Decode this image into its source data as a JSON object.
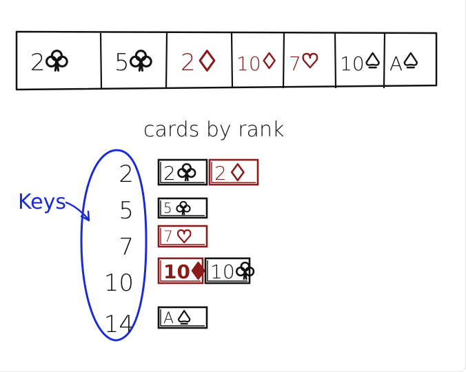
{
  "top_row": [
    {
      "rank": "2",
      "suit": "clubs",
      "color": "black"
    },
    {
      "rank": "5",
      "suit": "clubs",
      "color": "black"
    },
    {
      "rank": "2",
      "suit": "diamonds",
      "color": "red"
    },
    {
      "rank": "10",
      "suit": "diamonds",
      "color": "red"
    },
    {
      "rank": "7",
      "suit": "hearts",
      "color": "red"
    },
    {
      "rank": "10",
      "suit": "spades",
      "color": "black"
    },
    {
      "rank": "A",
      "suit": "spades",
      "color": "black"
    }
  ],
  "grouping": {
    "heading": "cards by rank",
    "keys_label": "Keys",
    "keys": [
      "2",
      "5",
      "7",
      "10",
      "14"
    ],
    "buckets": [
      [
        {
          "rank": "2",
          "suit": "clubs",
          "color": "black"
        },
        {
          "rank": "2",
          "suit": "diamonds",
          "color": "red"
        }
      ],
      [
        {
          "rank": "5",
          "suit": "clubs",
          "color": "black"
        }
      ],
      [
        {
          "rank": "7",
          "suit": "hearts",
          "color": "red"
        }
      ],
      [
        {
          "rank": "10",
          "suit": "diamonds",
          "color": "red",
          "filled": true
        },
        {
          "rank": "10",
          "suit": "clubs",
          "color": "black"
        }
      ],
      [
        {
          "rank": "A",
          "suit": "spades",
          "color": "black"
        }
      ]
    ]
  },
  "colors": {
    "ink": "#111111",
    "red": "#8b1a1a",
    "blue": "#1a2bd6",
    "frame": "#e3e3e3"
  }
}
